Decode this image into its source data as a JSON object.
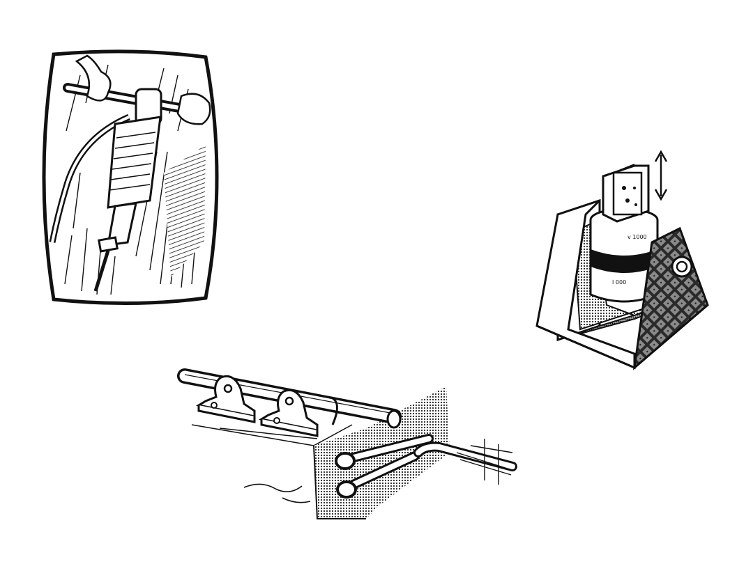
{
  "colors": {
    "ink": "#111111",
    "paper": "#ffffff",
    "shade": "#555555"
  },
  "illustrations": [
    {
      "name": "jackhammer-illustration"
    },
    {
      "name": "vibration-shaker-illustration"
    },
    {
      "name": "shaft-bearings-illustration"
    }
  ]
}
